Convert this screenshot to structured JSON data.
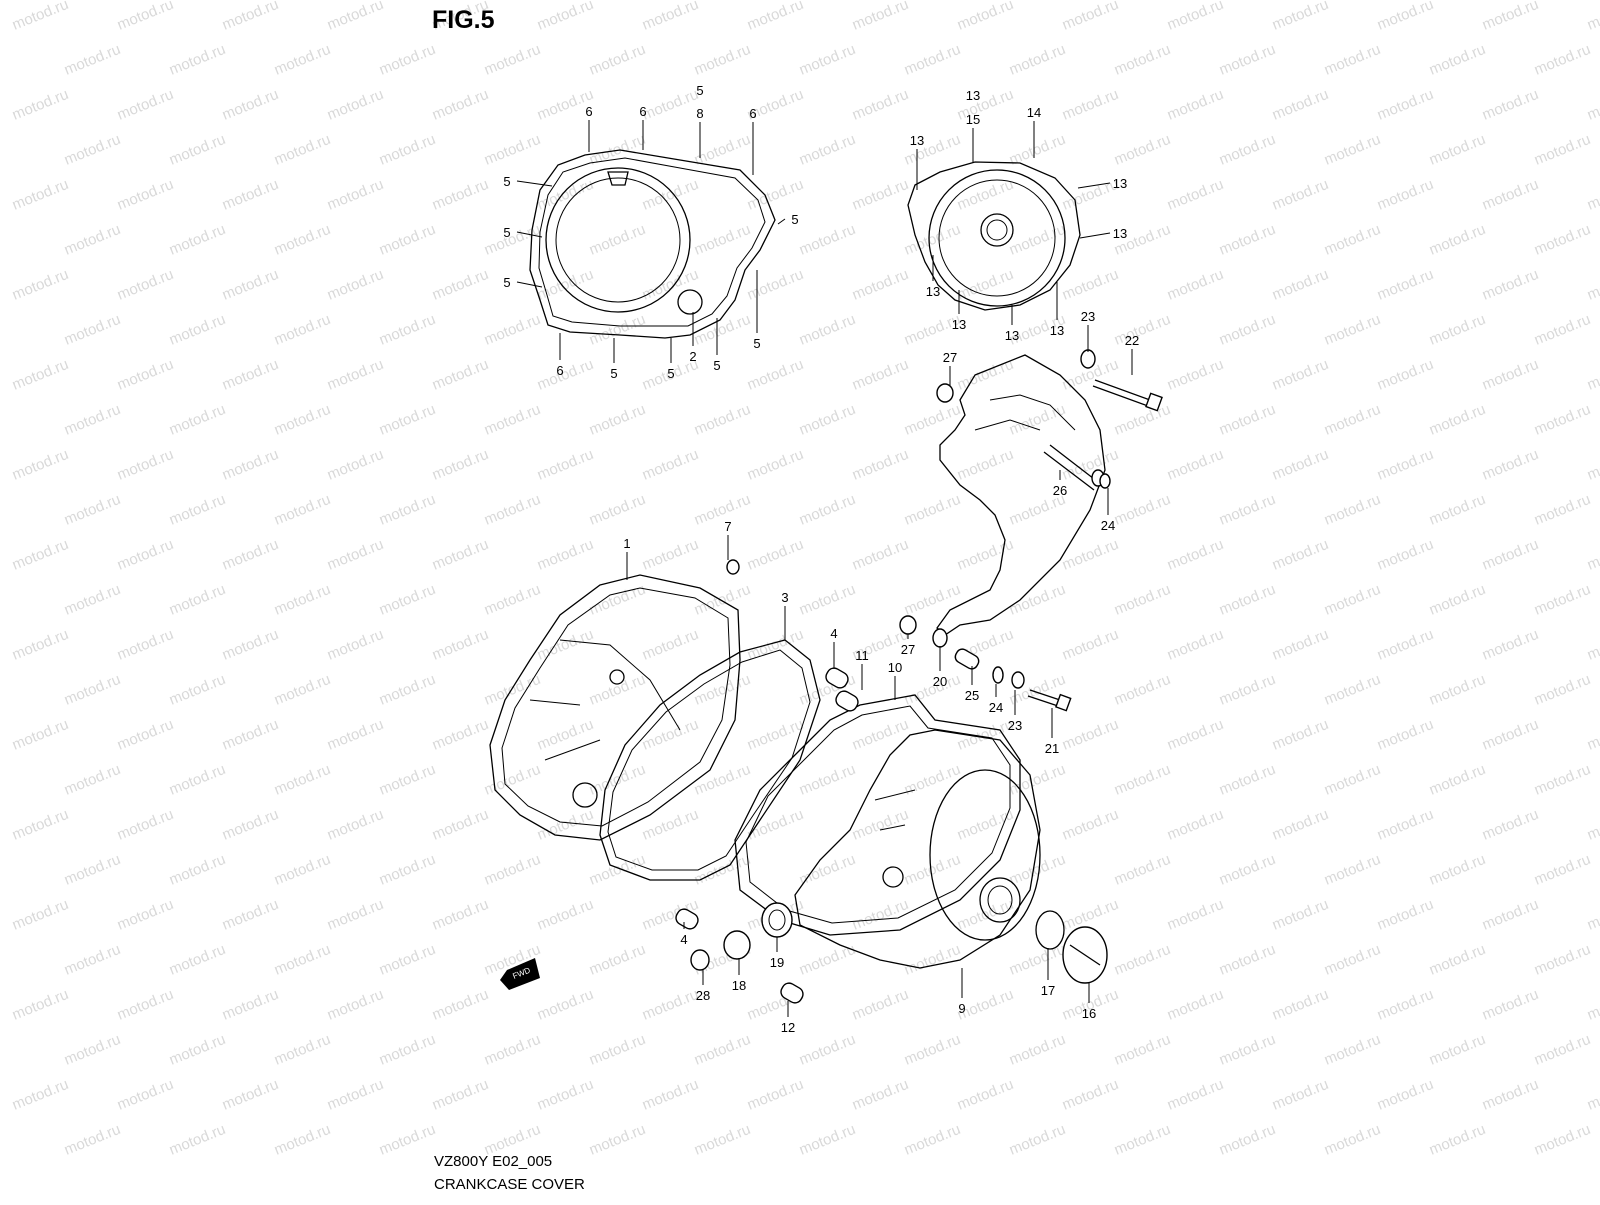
{
  "figure": "FIG.5",
  "caption": {
    "code": "VZ800Y E02_005",
    "name": "CRANKCASE COVER"
  },
  "watermark": "motod.ru",
  "fwd_label": "FWD",
  "callouts": [
    {
      "id": "c6a",
      "text": "6"
    },
    {
      "id": "c6b",
      "text": "6"
    },
    {
      "id": "c5top",
      "text": "5"
    },
    {
      "id": "c8",
      "text": "8"
    },
    {
      "id": "c6c",
      "text": "6"
    },
    {
      "id": "c5l1",
      "text": "5"
    },
    {
      "id": "c5l2",
      "text": "5"
    },
    {
      "id": "c5l3",
      "text": "5"
    },
    {
      "id": "c5r",
      "text": "5"
    },
    {
      "id": "c6d",
      "text": "6"
    },
    {
      "id": "c5b1",
      "text": "5"
    },
    {
      "id": "c5b2",
      "text": "5"
    },
    {
      "id": "c2",
      "text": "2"
    },
    {
      "id": "c5b3",
      "text": "5"
    },
    {
      "id": "c5b4",
      "text": "5"
    },
    {
      "id": "c13top",
      "text": "13"
    },
    {
      "id": "c15",
      "text": "15"
    },
    {
      "id": "c14",
      "text": "14"
    },
    {
      "id": "c13a",
      "text": "13"
    },
    {
      "id": "c13r1",
      "text": "13"
    },
    {
      "id": "c13r2",
      "text": "13"
    },
    {
      "id": "c13b1",
      "text": "13"
    },
    {
      "id": "c13b2",
      "text": "13"
    },
    {
      "id": "c13b3",
      "text": "13"
    },
    {
      "id": "c13b4",
      "text": "13"
    },
    {
      "id": "c23a",
      "text": "23"
    },
    {
      "id": "c22",
      "text": "22"
    },
    {
      "id": "c27a",
      "text": "27"
    },
    {
      "id": "c26",
      "text": "26"
    },
    {
      "id": "c24a",
      "text": "24"
    },
    {
      "id": "c7",
      "text": "7"
    },
    {
      "id": "c1",
      "text": "1"
    },
    {
      "id": "c3",
      "text": "3"
    },
    {
      "id": "c4a",
      "text": "4"
    },
    {
      "id": "c11",
      "text": "11"
    },
    {
      "id": "c10",
      "text": "10"
    },
    {
      "id": "c27b",
      "text": "27"
    },
    {
      "id": "c20",
      "text": "20"
    },
    {
      "id": "c25",
      "text": "25"
    },
    {
      "id": "c24b",
      "text": "24"
    },
    {
      "id": "c23b",
      "text": "23"
    },
    {
      "id": "c21",
      "text": "21"
    },
    {
      "id": "c4b",
      "text": "4"
    },
    {
      "id": "c28",
      "text": "28"
    },
    {
      "id": "c18",
      "text": "18"
    },
    {
      "id": "c19",
      "text": "19"
    },
    {
      "id": "c12",
      "text": "12"
    },
    {
      "id": "c9",
      "text": "9"
    },
    {
      "id": "c17",
      "text": "17"
    },
    {
      "id": "c16",
      "text": "16"
    }
  ]
}
